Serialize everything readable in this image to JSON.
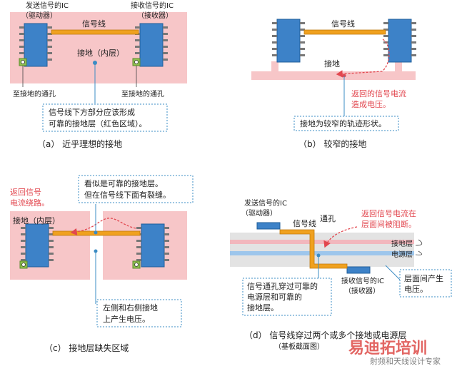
{
  "colors": {
    "ground_pink": "#f7c6c8",
    "ic_blue": "#3d82c8",
    "trace_orange": "#f0a11f",
    "via_green": "#8fc04f",
    "callout_border": "#3b8cc4",
    "return_red": "#e2474f",
    "power_layer": "#f2b7bd",
    "ground_layer": "#9dc6ec",
    "substrate": "#e3e3e3",
    "watermark": "#d9322e"
  },
  "panel_a": {
    "driver_label_1": "发送信号的IC",
    "driver_label_2": "（驱动器）",
    "receiver_label_1": "接收信号的IC",
    "receiver_label_2": "（接收器）",
    "signal_line": "信号线",
    "ground_inner": "接地（内层）",
    "via_left": "至接地的通孔",
    "via_right": "至接地的通孔",
    "callout_1": "信号线下方部分应该形成",
    "callout_2": "可靠的接地层（红色区域）。",
    "caption": "（a）  近乎理想的接地"
  },
  "panel_b": {
    "signal_line": "信号线",
    "ground": "接地",
    "return_1": "返回的信号电流",
    "return_2": "造成电压。",
    "callout": "接地为较窄的轨迹形状。",
    "caption": "（b）  较窄的接地"
  },
  "panel_c": {
    "return_1": "返回信号",
    "return_2": "电流绕路。",
    "callout_top_1": "看似是可靠的接地层。",
    "callout_top_2": "但在信号线下面有裂缝。",
    "ground_inner": "接地（内层）",
    "callout_bottom_1": "左侧和右侧接地",
    "callout_bottom_2": "上产生电压。",
    "caption": "（c）  接地层缺失区域"
  },
  "panel_d": {
    "driver_1": "发送信号的IC",
    "driver_2": "（驱动器）",
    "signal_line": "信号线",
    "via": "通孔",
    "blocked_1": "返回信号电流在",
    "blocked_2": "层面间被阻断。",
    "ground_layer": "接地层",
    "power_layer": "电源层",
    "receiver_1": "接收信号的IC",
    "receiver_2": "（接收器）",
    "callout_left_1": "信号通孔穿过可靠的",
    "callout_left_2": "电源层和可靠的",
    "callout_left_3": "接地层。",
    "callout_right_1": "层面间产生",
    "callout_right_2": "电压。",
    "caption": "（d）  信号线穿过两个或多个接地或电源层",
    "subcaption": "（基板截面图）"
  },
  "watermark": {
    "big": "易迪拓培训",
    "small": "射频和天线设计专家"
  }
}
